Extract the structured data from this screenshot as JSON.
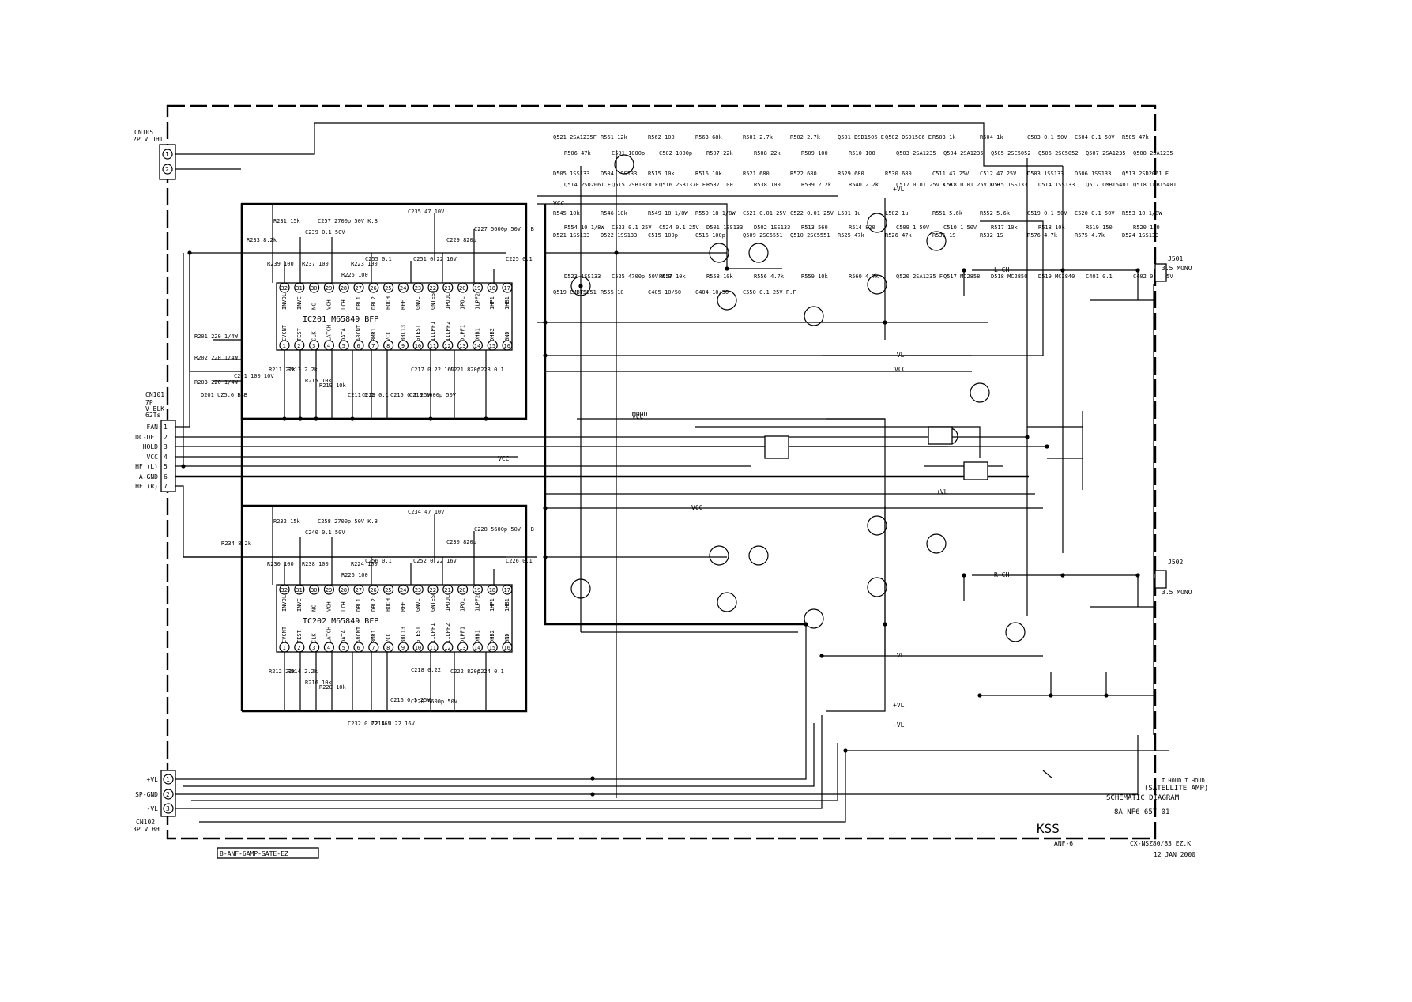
{
  "connectors": {
    "cn105": {
      "ref": "CN105",
      "desc": "2P V JHT",
      "pins": [
        "1",
        "2"
      ]
    },
    "cn101": {
      "ref": "CN101",
      "desc1": "7P",
      "desc2": "V BLK",
      "desc3": "62Ts",
      "pins": [
        "1",
        "2",
        "3",
        "4",
        "5",
        "6",
        "7"
      ],
      "pin_labels": [
        "FAN",
        "DC-DET",
        "HOLD",
        "VCC",
        "HF (L)",
        "A-GND",
        "HF (R)"
      ]
    },
    "cn102": {
      "ref": "CN102",
      "desc": "3P V BH",
      "pins": [
        "1",
        "2",
        "3"
      ],
      "pin_labels": [
        "+VL",
        "SP-GND",
        "-VL"
      ]
    },
    "j501": {
      "ref": "J501",
      "desc": "3.5 MONO"
    },
    "j502": {
      "ref": "J502",
      "desc": "3.5 MONO"
    }
  },
  "ics": {
    "ic201": {
      "label": "IC201 M65849 BFP",
      "top_pins": [
        "32",
        "31",
        "30",
        "29",
        "28",
        "27",
        "26",
        "25",
        "24",
        "23",
        "22",
        "21",
        "20",
        "19",
        "18",
        "17"
      ],
      "top_names": [
        "INVOL",
        "INVC",
        "NC",
        "VCH",
        "LCH",
        "DBL1",
        "DBL2",
        "BOCH",
        "REF",
        "GNVC",
        "GNTEST",
        "1POUL",
        "1POL",
        "1LPF2",
        "1HP1",
        "1HB1"
      ],
      "bottom_pins": [
        "1",
        "2",
        "3",
        "4",
        "5",
        "6",
        "7",
        "8",
        "9",
        "10",
        "11",
        "12",
        "13",
        "14",
        "15",
        "16"
      ],
      "bottom_names": [
        "CVCNT",
        "TEST",
        "CLK",
        "LATCH",
        "DATA",
        "A8CNT",
        "BMR1",
        "VCC",
        "BBL13",
        "GTEST",
        "11LPF1",
        "11LPF2",
        "DLPF1",
        "DHB1",
        "DHB2",
        "GND"
      ]
    },
    "ic202": {
      "label": "IC202 M65849 BFP",
      "top_pins": [
        "32",
        "31",
        "30",
        "29",
        "28",
        "27",
        "26",
        "25",
        "24",
        "23",
        "22",
        "21",
        "20",
        "19",
        "18",
        "17"
      ],
      "top_names": [
        "INVOL",
        "INVC",
        "NC",
        "VCH",
        "LCH",
        "DBL1",
        "DBL2",
        "BOCH",
        "REF",
        "GNVC",
        "GNTEST",
        "1POUL",
        "1POL",
        "1LPF2",
        "1HP1",
        "1HB1"
      ],
      "bottom_pins": [
        "1",
        "2",
        "3",
        "4",
        "5",
        "6",
        "7",
        "8",
        "9",
        "10",
        "11",
        "12",
        "13",
        "14",
        "15",
        "16"
      ],
      "bottom_names": [
        "CVCNT",
        "TEST",
        "CLK",
        "LATCH",
        "DATA",
        "A8CNT",
        "BMR1",
        "VCC",
        "BBL13",
        "GTEST",
        "11LPF1",
        "11LPF2",
        "DLPF1",
        "DHB1",
        "DHB2",
        "GND"
      ]
    }
  },
  "parts_ch1": [
    "R233 8.2k",
    "R231 15k",
    "C257 2700p 50V K.B",
    "C235 47 10V",
    "C239 0.1 50V",
    "C227 5600p 50V F.B",
    "C229 820p",
    "R239 100",
    "R237 100",
    "C255 0.1",
    "C251 0.22 16V",
    "C225 0.1",
    "R225 100",
    "R223 100",
    "R201 220 1/4W",
    "R202 220 1/4W",
    "R203 220 1/4W",
    "D201 UZ5.6 BSB",
    "C201 100 10V",
    "R211 22k",
    "R213 2.2k",
    "R215 10k",
    "R219 10k",
    "C211 0.1",
    "C213 0.1",
    "C215 0.1 25V",
    "C217 0.22 16V",
    "C219 5600p 50V",
    "C221 820p",
    "C223 0.1"
  ],
  "parts_ch2": [
    "R234 8.2k",
    "R232 15k",
    "C258 2700p 50V K.B",
    "C234 47 10V",
    "C240 0.1 50V",
    "C228 5600p 50V F.B",
    "C230 820p",
    "R230 100",
    "R238 100",
    "C256 0.1",
    "C252 0.22 16V",
    "C226 0.1",
    "R226 100",
    "R224 100",
    "R212 22k",
    "R214 2.2k",
    "R216 10k",
    "R220 10k",
    "C232 0.22 16V",
    "C214 0.22 16V",
    "C216 0.1 25V",
    "C218 0.22",
    "C220 5600p 50V",
    "C222 820p",
    "C224 0.1"
  ],
  "parts_amp": [
    "Q521 2SA1235F",
    "R561 12k",
    "R562 100",
    "R563 68k",
    "R501 2.7k",
    "R502 2.7k",
    "Q501 DSD1506 E",
    "Q502 DSD1506 E",
    "R503 1k",
    "R504 1k",
    "C503 0.1 50V",
    "C504 0.1 50V",
    "R505 47k",
    "R506 47k",
    "C501 1000p",
    "C502 1000p",
    "R507 22k",
    "R508 22k",
    "R509 100",
    "R510 100",
    "Q503 2SA1235",
    "Q504 2SA1235",
    "Q505 2SC5052",
    "Q506 2SC5052",
    "Q507 2SA1235",
    "Q508 2SA1235",
    "D505 1SS133",
    "D504 1SS133",
    "R515 10k",
    "R516 10k",
    "R521 680",
    "R522 680",
    "R529 680",
    "R530 680",
    "C511 47 25V",
    "C512 47 25V",
    "D503 1SS133",
    "D506 1SS133",
    "Q513 2SD2061 F",
    "Q514 2SD2061 F",
    "Q515 2SB1370 F",
    "Q516 2SB1370 F",
    "R537 100",
    "R538 100",
    "R539 2.2k",
    "R540 2.2k",
    "C517 0.01 25V K.B",
    "C518 0.01 25V K.B",
    "D515 1SS133",
    "D514 1SS133",
    "Q517 CMBT5401",
    "Q518 CMBT5401",
    "R545 10k",
    "R546 10k",
    "R549 18 1/8W",
    "R550 18 1/8W",
    "C521 0.01 25V",
    "C522 0.01 25V",
    "L501 1u",
    "L502 1u",
    "R551 5.6k",
    "R552 5.6k",
    "C519 0.1 50V",
    "C520 0.1 50V",
    "R553 10 1/8W",
    "R554 10 1/8W",
    "C523 0.1 25V",
    "C524 0.1 25V",
    "D501 1SS133",
    "D502 1SS133",
    "R513 560",
    "R514 820",
    "C509 1 50V",
    "C510 1 50V",
    "R517 10k",
    "R518 10k",
    "R519 150",
    "R520 150",
    "D521 1SS133",
    "D522 1SS133",
    "C515 100p",
    "C516 100p",
    "Q509 2SC5551",
    "Q510 2SC5551",
    "R525 47k",
    "R526 47k",
    "R531 1S",
    "R532 1S",
    "R576 4.7k",
    "R575 4.7k",
    "D524 1SS133",
    "D523 1SS133",
    "C525 4700p 50V K.B",
    "R557 10k",
    "R558 10k",
    "R556 4.7k",
    "R559 10k",
    "R560 4.7k",
    "Q520 2SA1235 F",
    "Q517 MC2858",
    "D518 MC2850",
    "D519 MC2840",
    "C401 0.1",
    "C402 0.1 25V",
    "Q519 CMBT5551",
    "R555 10",
    "C405 10/50",
    "C404 10/50",
    "C550 0.1 25V F.F"
  ],
  "nets": [
    "VCC",
    "VCC",
    "VCC",
    "VCC",
    "VCC",
    "+VL",
    "-VL",
    "+VL",
    "-VL",
    "+VL",
    "-VL",
    "L-CH",
    "R-CH",
    "MODO"
  ],
  "title_block": {
    "approvals": "T.HOUD  T.HOUD",
    "product": "(SATELLITE AMP)",
    "title": "SCHEMATIC DIAGRAM",
    "drawing_no": "8A  NF6  657  01",
    "maker": "KSS",
    "board": "ANF-6",
    "model": "CX-NSZ80/83 EZ.K",
    "date": "12 JAN 2000"
  },
  "board_label": "8-ANF-6AMP-SATE-EZ"
}
